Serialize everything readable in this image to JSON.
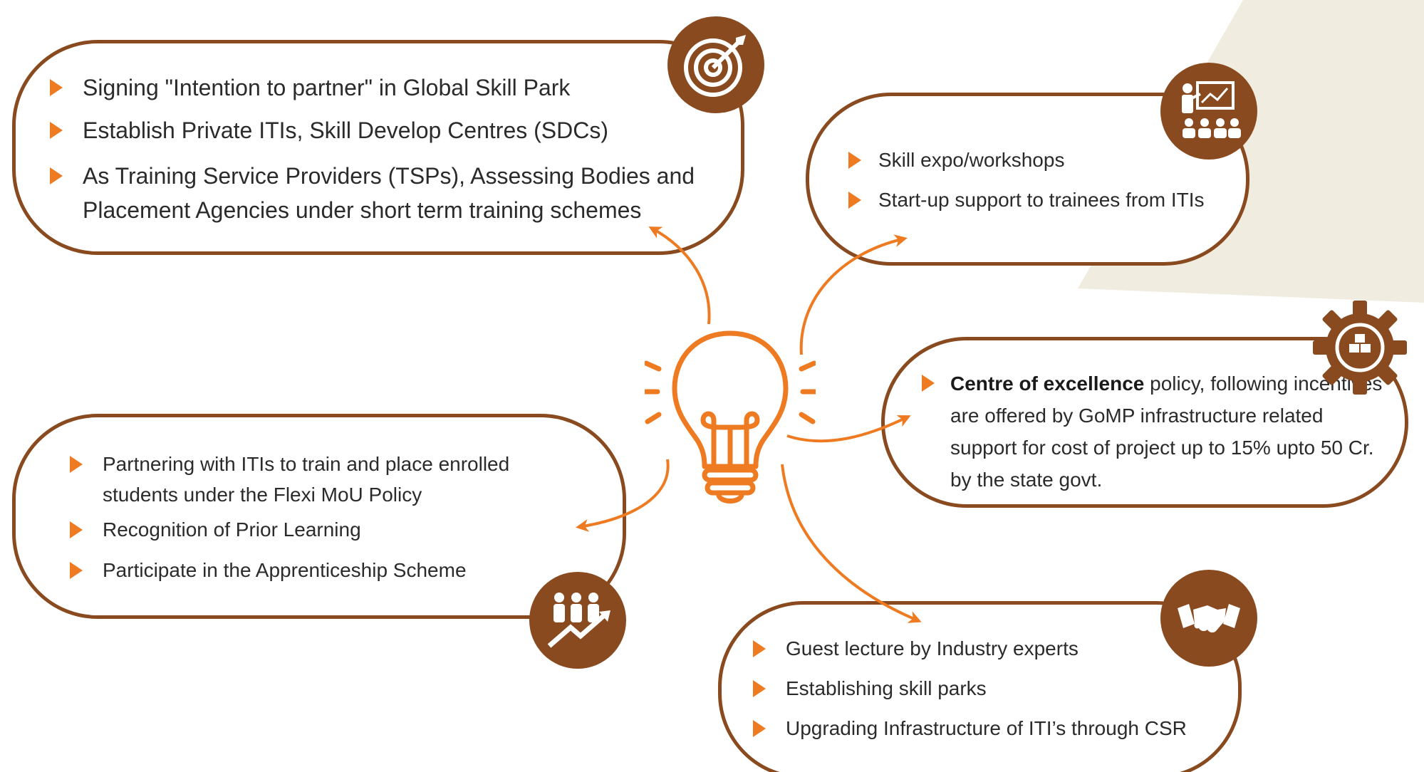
{
  "colors": {
    "card_border": "#8a4a1f",
    "icon_bg": "#8a4a1f",
    "accent_orange": "#ee7b21",
    "background_shape": "#f1ece0",
    "text": "#2b2b2b"
  },
  "center": {
    "icon": "lightbulb-icon"
  },
  "cards": {
    "top_left": {
      "icon": "target-icon",
      "items": [
        "Signing \"Intention to partner\" in Global Skill Park",
        "Establish Private ITIs, Skill Develop Centres (SDCs)",
        "As Training Service Providers (TSPs), Assessing Bodies and Placement Agencies under short term training schemes"
      ]
    },
    "top_right": {
      "icon": "presentation-icon",
      "items": [
        "Skill expo/workshops",
        "Start-up support to trainees from ITIs"
      ]
    },
    "middle_right": {
      "icon": "gear-boxes-icon",
      "bold_lead": "Centre of excellence",
      "item_rest": " policy, following incentives are offered by GoMP infrastructure related support for cost of project up to 15% upto 50 Cr. by the state govt."
    },
    "bottom_left": {
      "icon": "people-growth-icon",
      "items": [
        "Partnering with ITIs to train and place enrolled students under the Flexi MoU Policy",
        "Recognition of Prior Learning",
        "Participate in the Apprenticeship Scheme"
      ]
    },
    "bottom_right": {
      "icon": "handshake-icon",
      "items": [
        "Guest lecture by Industry experts",
        "Establishing skill parks",
        "Upgrading Infrastructure of ITI’s through CSR"
      ]
    }
  }
}
